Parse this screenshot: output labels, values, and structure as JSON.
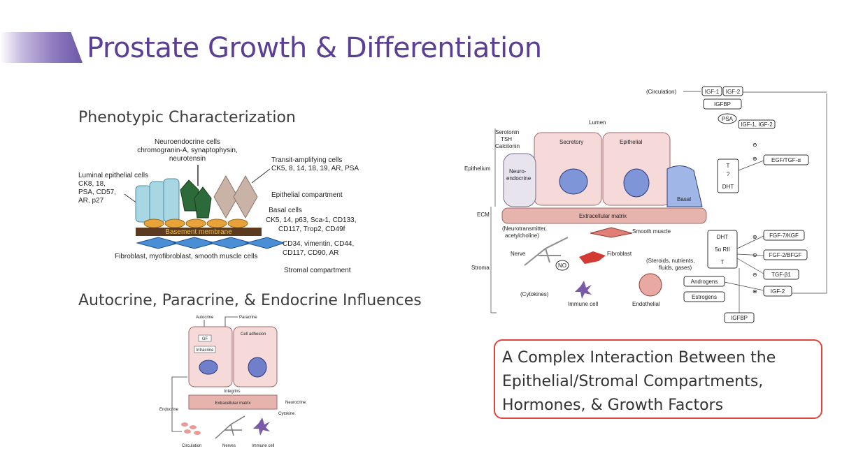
{
  "slide": {
    "title": "Prostate Growth & Differentiation",
    "subtitle_phenotypic": "Phenotypic Characterization",
    "subtitle_influences": "Autocrine, Paracrine, & Endocrine Influences",
    "callout_text": "A Complex Interaction Between the Epithelial/Stromal Compartments, Hormones, & Growth Factors",
    "accent_color": "#5b3f94",
    "callout_border_color": "#e0443c"
  },
  "fig_phenotypic": {
    "neuroendocrine_title": "Neuroendocrine cells",
    "neuroendocrine_markers_1": "chromogranin-A, synaptophysin,",
    "neuroendocrine_markers_2": "neurotensin",
    "transit_title": "Transit-amplifying cells",
    "transit_markers": "CK5, 8, 14, 18, 19, AR, PSA",
    "luminal_title": "Luminal epithelial cells",
    "luminal_markers_1": "CK8, 18,",
    "luminal_markers_2": "PSA, CD57,",
    "luminal_markers_3": "AR, p27",
    "epithelial_compartment": "Epithelial compartment",
    "basal_title": "Basal cells",
    "basal_markers_1": "CK5, 14, p63, Sca-1, CD133,",
    "basal_markers_2": "CD117, Trop2, CD49f",
    "basement_membrane": "Basement membrane",
    "stromal_markers_1": "CD34, vimentin, CD44,",
    "stromal_markers_2": "CD117, CD90, AR",
    "fibroblast_label": "Fibroblast, myofibroblast, smooth muscle cells",
    "stromal_compartment": "Stromal compartment"
  },
  "fig_influences": {
    "autocrine": "Autocrine",
    "paracrine": "Paracrine",
    "gf": "GF",
    "intracrine": "Intracrine",
    "cell_adhesion": "Cell adhesion",
    "integrins": "Integrins",
    "extracellular_matrix": "Extracellular matrix",
    "endocrine": "Endocrine",
    "neurocrine": "Neurocrine",
    "cytokine": "Cytokine",
    "circulation": "Circulation",
    "nerves": "Nerves",
    "immune_cell": "Immune cell"
  },
  "fig_complex": {
    "circulation": "(Circulation)",
    "igf1_box": "IGF-1",
    "igf2_box": "IGF-2",
    "igfbp_top": "IGFBP",
    "psa": "PSA",
    "igf12": "IGF-1, IGF-2",
    "lumen": "Lumen",
    "serotonin": "Serotonin",
    "tsh": "TSH",
    "calcitonin": "Calcitonin",
    "secretory": "Secretory",
    "epithelial": "Epithelial",
    "neuro": "Neuro-",
    "endocrine": "endocrine",
    "basal": "Basal",
    "epithelium": "Epithelium",
    "ecm": "ECM",
    "extracellular_matrix": "Extracellular matrix",
    "t": "T",
    "q": "?",
    "dht_small": "DHT",
    "egf": "EGF/TGF-α",
    "neurotransmitter_1": "(Neurotransmitter,",
    "neurotransmitter_2": "acetylcholine)",
    "smooth_muscle": "Smooth muscle",
    "nerve": "Nerve",
    "fibroblast": "Fibroblast",
    "dht": "DHT",
    "five_alpha": "5α RII",
    "t2": "T",
    "fgf7": "FGF-7/KGF",
    "fgf2": "FGF-2/BFGF",
    "stroma": "Stroma",
    "no": "NO",
    "steroids_1": "(Steroids, nutrients,",
    "steroids_2": "fluids, gases)",
    "tgfb": "TGF-β1",
    "androgens": "Androgens",
    "cytokines": "(Cytokines)",
    "estrogens": "Estrogens",
    "igf2_right": "IGF-2",
    "immune_cell": "Immune cell",
    "endothelial": "Endothelial",
    "igfbp_bottom": "IGFBP",
    "plus": "⊕",
    "minus": "⊖"
  }
}
